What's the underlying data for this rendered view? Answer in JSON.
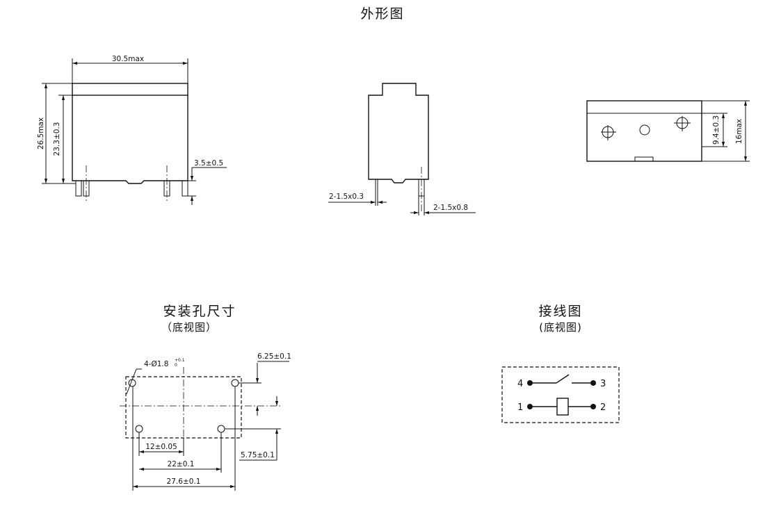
{
  "titles": {
    "outline": "外形图",
    "mounting": "安装孔尺寸",
    "mounting_sub": "（底视图）",
    "wiring": "接线图",
    "wiring_sub": "(底视图)"
  },
  "dims": {
    "width_max": "30.5max",
    "height_max": "26.5max",
    "body_height": "23.3±0.3",
    "pin_len": "3.5±0.5",
    "pin_thin": "2-1.5x0.3",
    "pin_thick": "2-1.5x0.8",
    "top_offset": "9.4±0.3",
    "depth_max": "16max",
    "hole_dia": "4-Ø1.8",
    "hole_tol_upper": "+0.1",
    "hole_tol_lower": "0",
    "row_offset_a": "6.25±0.1",
    "row_offset_b": "5.75±0.1",
    "spacing_12": "12±0.05",
    "spacing_22": "22±0.1",
    "spacing_27": "27.6±0.1"
  },
  "pins": {
    "p1": "1",
    "p2": "2",
    "p3": "3",
    "p4": "4"
  }
}
